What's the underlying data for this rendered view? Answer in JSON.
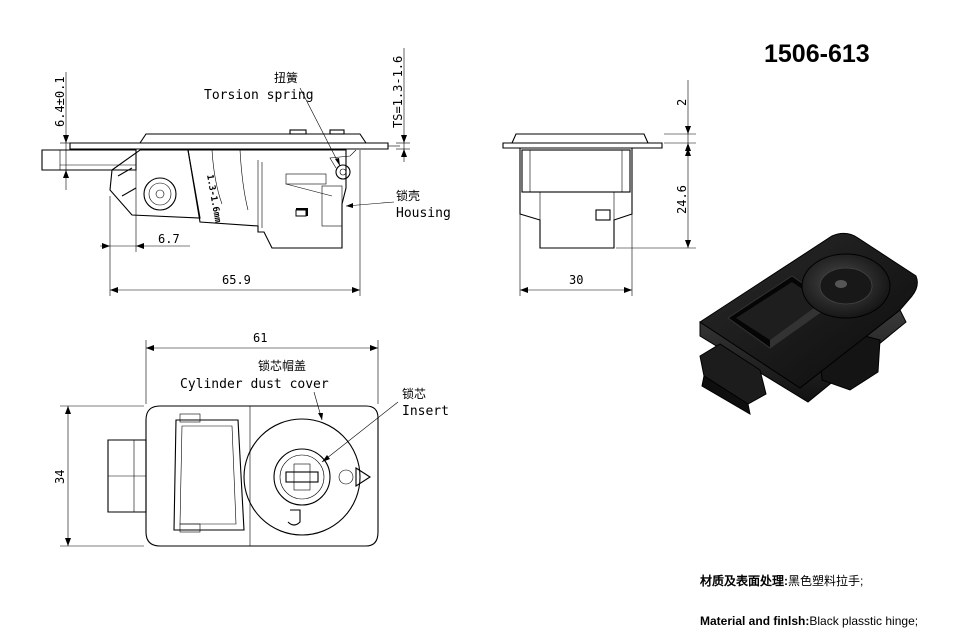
{
  "part_number": "1506-613",
  "labels": {
    "spring_cn": "扭簧",
    "spring_en": "Torsion spring",
    "housing_cn": "锁壳",
    "housing_en": "Housing",
    "dust_cn": "锁芯帽盖",
    "dust_en": "Cylinder dust cover",
    "insert_cn": "锁芯",
    "insert_en": "Insert",
    "fastening_range": "1.3-1.6mm"
  },
  "dimensions": {
    "flange_thickness": "6.4±0.1",
    "panel_thickness": "TS=1.3-1.6",
    "latch_offset": "6.7",
    "overall_length": "65.9",
    "top_thickness": "2",
    "body_depth": "24.6",
    "body_width": "30",
    "flange_length": "61",
    "flange_height": "34"
  },
  "notes": {
    "material_cn_label": "材质及表面处理:",
    "material_cn_value": "黑色塑料拉手;",
    "material_en_label": "Material and finlsh:",
    "material_en_value": "Black plasstic hinge;"
  },
  "colors": {
    "line": "#000000",
    "background": "#ffffff",
    "render_dark": "#1a1a1a"
  }
}
